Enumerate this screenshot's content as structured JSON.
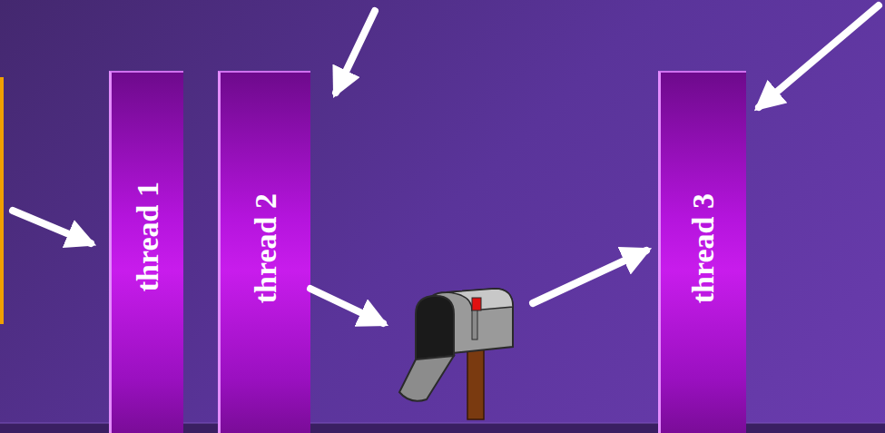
{
  "diagram": {
    "nodes": [
      {
        "text": [
          "thread 1"
        ]
      },
      {
        "text": [
          "thread 2"
        ]
      },
      {
        "text": [
          "thread 3"
        ]
      }
    ]
  }
}
